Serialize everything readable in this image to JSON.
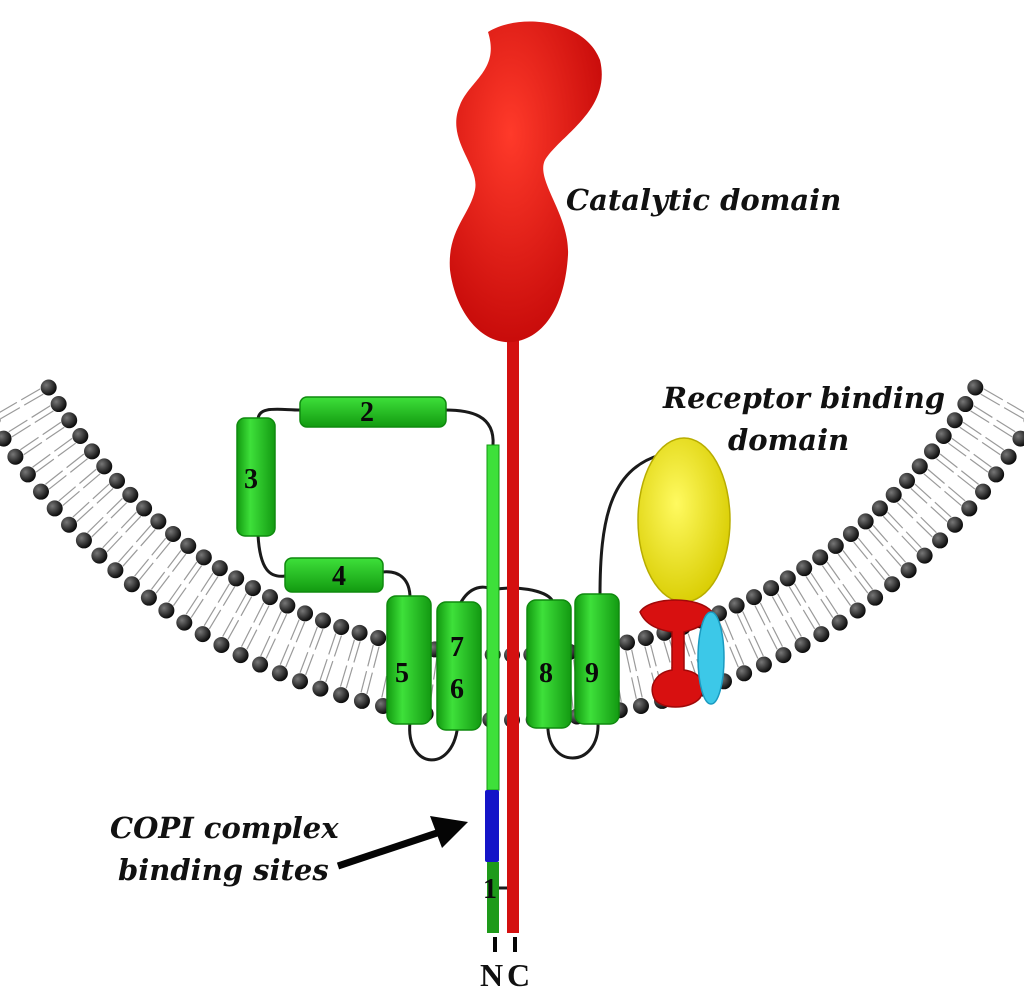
{
  "labels": {
    "catalytic": "Catalytic domain",
    "receptor_line1": "Receptor binding",
    "receptor_line2": "domain",
    "copi_line1": "COPI complex",
    "copi_line2": "binding sites",
    "n_terminus": "N",
    "c_terminus": "C"
  },
  "helices": {
    "h1": "1",
    "h2": "2",
    "h3": "3",
    "h4": "4",
    "h5": "5",
    "h6": "6",
    "h7": "7",
    "h8": "8",
    "h9": "9"
  },
  "colors": {
    "catalytic": "#e01010",
    "helix": "#22c020",
    "helix_dark": "#139a12",
    "receptor": "#f2ea10",
    "copi_site": "#1414c8",
    "membrane_head": "#111111",
    "cyan_protein": "#3cc8e8"
  }
}
